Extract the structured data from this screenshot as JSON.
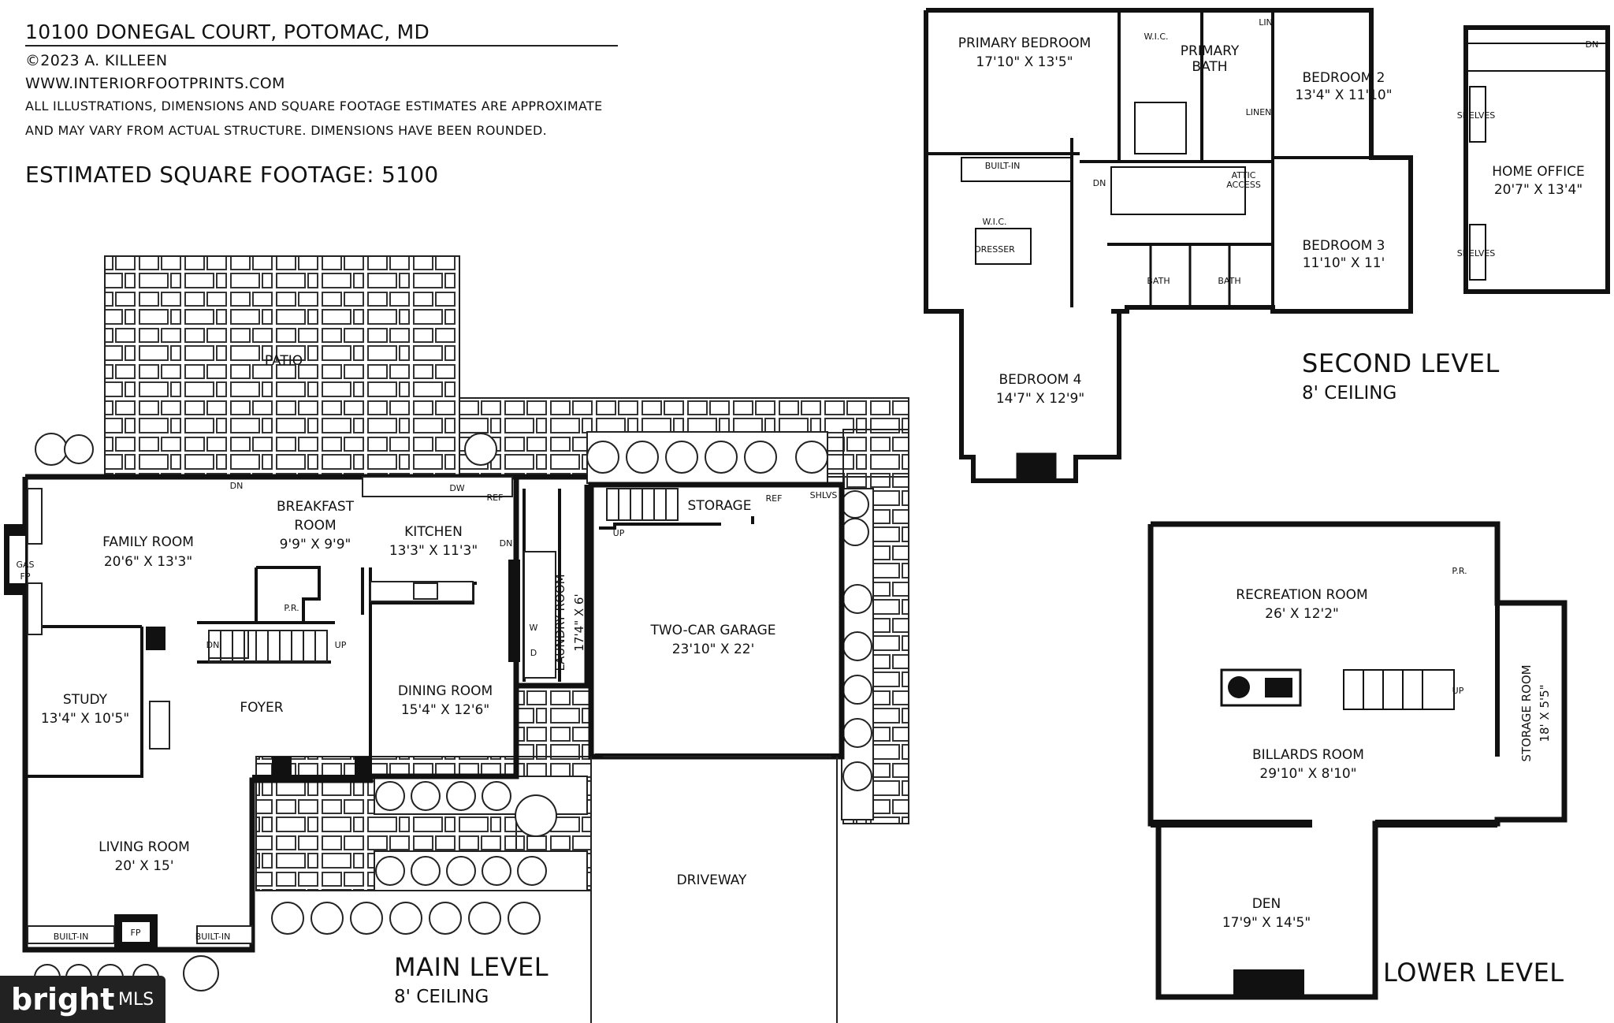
{
  "header": {
    "address": "10100 DONEGAL COURT, POTOMAC, MD",
    "copyright": "©2023 A. KILLEEN",
    "website": "WWW.INTERIORFOOTPRINTS.COM",
    "disclaimer_line1": "ALL ILLUSTRATIONS, DIMENSIONS AND SQUARE FOOTAGE ESTIMATES ARE APPROXIMATE",
    "disclaimer_line2": "AND MAY VARY FROM ACTUAL STRUCTURE. DIMENSIONS HAVE BEEN ROUNDED.",
    "square_footage": "ESTIMATED SQUARE FOOTAGE: 5100"
  },
  "levels": {
    "main": {
      "title": "MAIN LEVEL",
      "ceiling": "8' CEILING"
    },
    "second": {
      "title": "SECOND LEVEL",
      "ceiling": "8' CEILING"
    },
    "lower": {
      "title": "LOWER LEVEL"
    }
  },
  "main_rooms": {
    "patio": "PATIO",
    "family_room": {
      "name": "FAMILY ROOM",
      "dims": "20'6\" X 13'3\""
    },
    "breakfast_room": {
      "name1": "BREAKFAST",
      "name2": "ROOM",
      "dims": "9'9\" X 9'9\""
    },
    "kitchen": {
      "name": "KITCHEN",
      "dims": "13'3\" X 11'3\""
    },
    "laundry_room": {
      "name": "LAUNDRY ROOM",
      "dims": "17'4\" X 6'"
    },
    "garage": {
      "name": "TWO-CAR GARAGE",
      "dims": "23'10\" X 22'"
    },
    "storage": "STORAGE",
    "study": {
      "name": "STUDY",
      "dims": "13'4\" X 10'5\""
    },
    "foyer": "FOYER",
    "dining_room": {
      "name": "DINING ROOM",
      "dims": "15'4\" X 12'6\""
    },
    "living_room": {
      "name": "LIVING ROOM",
      "dims": "20' X 15'"
    },
    "driveway": "DRIVEWAY",
    "powder_room": "P.R.",
    "gas_fp1": "GAS",
    "gas_fp2": "FP",
    "fireplace": "FP",
    "built_in": "BUILT-IN",
    "ref": "REF",
    "dw": "DW",
    "shlvs": "SHLVS",
    "dn": "DN",
    "up": "UP",
    "washer": "W",
    "dryer": "D"
  },
  "second_rooms": {
    "primary_bedroom": {
      "name": "PRIMARY BEDROOM",
      "dims": "17'10\" X 13'5\""
    },
    "wic_top": "W.I.C.",
    "primary_bath1": "PRIMARY",
    "primary_bath2": "BATH",
    "linen_top": "LIN",
    "linen": "LINEN",
    "bedroom2": {
      "name": "BEDROOM 2",
      "dims": "13'4\" X 11'10\""
    },
    "built_in": "BUILT-IN",
    "wic": "W.I.C.",
    "dresser": "DRESSER",
    "attic1": "ATTIC",
    "attic2": "ACCESS",
    "dn": "DN",
    "bath_a": "BATH",
    "bath_b": "BATH",
    "bedroom3": {
      "name": "BEDROOM 3",
      "dims": "11'10\" X 11'"
    },
    "bedroom4": {
      "name": "BEDROOM 4",
      "dims": "14'7\" X 12'9\""
    },
    "home_office": {
      "name": "HOME OFFICE",
      "dims": "20'7\" X 13'4\""
    },
    "shelves": "SHELVES",
    "dn_office": "DN"
  },
  "lower_rooms": {
    "recreation_room": {
      "name": "RECREATION ROOM",
      "dims": "26' X 12'2\""
    },
    "billiards_room": {
      "name": "BILLARDS ROOM",
      "dims": "29'10\" X 8'10\""
    },
    "storage_room": {
      "name": "STORAGE ROOM",
      "dims": "18' X 5'5\""
    },
    "den": {
      "name": "DEN",
      "dims": "17'9\" X 14'5\""
    },
    "powder_room": "P.R.",
    "up": "UP"
  },
  "logo": {
    "brand": "bright",
    "suffix": "MLS"
  }
}
